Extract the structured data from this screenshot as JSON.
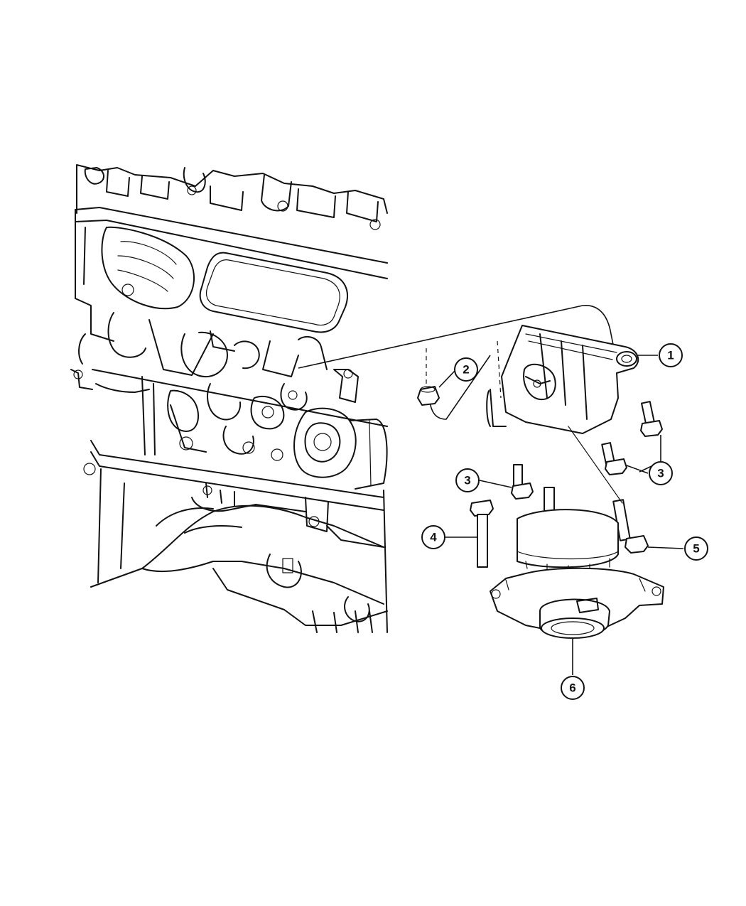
{
  "callouts": [
    {
      "id": "c1",
      "label": "1"
    },
    {
      "id": "c2",
      "label": "2"
    },
    {
      "id": "c3a",
      "label": "3"
    },
    {
      "id": "c3b",
      "label": "3"
    },
    {
      "id": "c4",
      "label": "4"
    },
    {
      "id": "c5",
      "label": "5"
    },
    {
      "id": "c6",
      "label": "6"
    }
  ]
}
